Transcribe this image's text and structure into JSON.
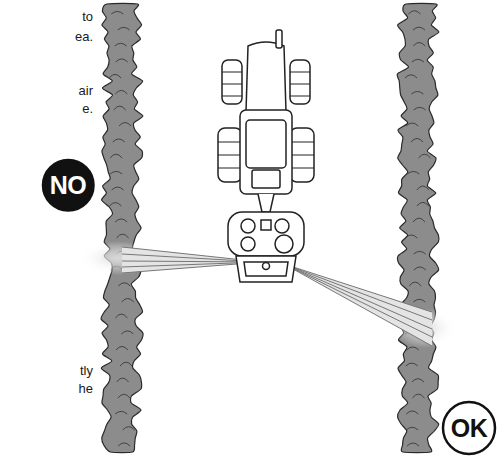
{
  "diagram": {
    "nodes": [
      {
        "text": [
          "NO"
        ]
      },
      {
        "text": [
          "OK"
        ]
      }
    ],
    "labels": [
      "to",
      "ea.",
      "air",
      "e.",
      "tly",
      "he"
    ]
  }
}
